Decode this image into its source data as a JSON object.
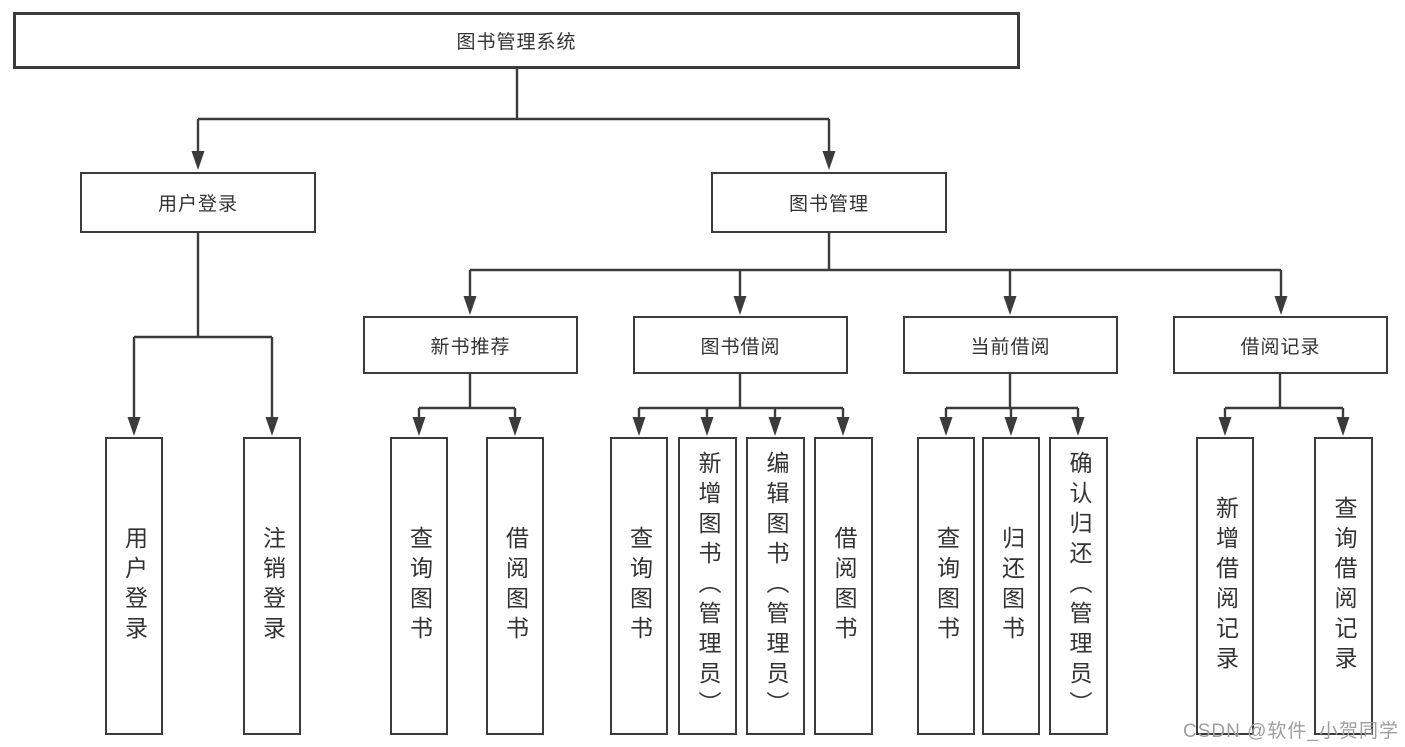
{
  "diagram": {
    "title": "图书管理系统",
    "children": [
      {
        "label": "用户登录",
        "children": [
          {
            "label": "用户登录"
          },
          {
            "label": "注销登录"
          }
        ]
      },
      {
        "label": "图书管理",
        "children": [
          {
            "label": "新书推荐",
            "children": [
              {
                "label": "查询图书"
              },
              {
                "label": "借阅图书"
              }
            ]
          },
          {
            "label": "图书借阅",
            "children": [
              {
                "label": "查询图书"
              },
              {
                "label": "新增图书（管理员）"
              },
              {
                "label": "编辑图书（管理员）"
              },
              {
                "label": "借阅图书"
              }
            ]
          },
          {
            "label": "当前借阅",
            "children": [
              {
                "label": "查询图书"
              },
              {
                "label": "归还图书"
              },
              {
                "label": "确认归还（管理员）"
              }
            ]
          },
          {
            "label": "借阅记录",
            "children": [
              {
                "label": "新增借阅记录"
              },
              {
                "label": "查询借阅记录"
              }
            ]
          }
        ]
      }
    ]
  },
  "watermark": {
    "text": "CSDN @软件_小贺同学",
    "color": "#9e9e9e"
  },
  "colors": {
    "line": "#3b3b3b",
    "text": "#333333",
    "background": "#ffffff"
  }
}
